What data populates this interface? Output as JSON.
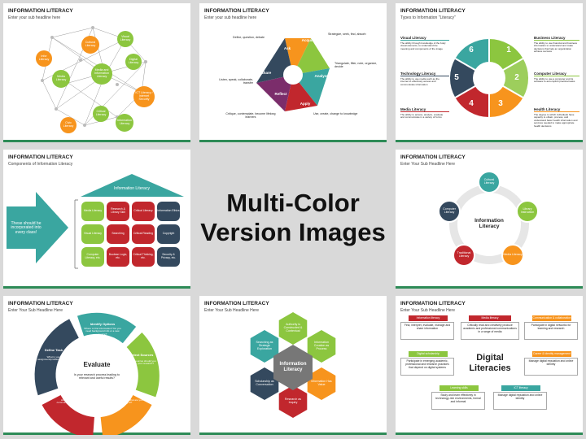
{
  "center_title": {
    "line1": "Multi-Color",
    "line2": "Version Images"
  },
  "s1": {
    "title": "INFORMATION LITERACY",
    "sub": "Enter your sub headline here",
    "nodes": [
      "Cultural Literacy",
      "Media Literacy",
      "Visual Literacy",
      "Media and Information Literacy",
      "Digital Literacy",
      "ICT Literacy / Internet Security",
      "Information Literacy",
      "Critical Literacy",
      "Civic Literacy",
      "Infor Literacy"
    ]
  },
  "s2": {
    "title": "INFORMATION LITERACY",
    "sub": "Enter your sub headline here",
    "segs": [
      "Ask",
      "Acquire",
      "Analyze",
      "Apply",
      "Reflect",
      "Share"
    ],
    "notes": [
      "Define, question, debate",
      "Strategize, seek, find, absorb",
      "Triangulate, filter, note, organize, decide",
      "Use, create, change to knowledge",
      "Critique, contemplate, become lifelong learners",
      "Listen, speak, collaborate, transfer"
    ]
  },
  "s3": {
    "title": "INFORMATION LITERACY",
    "sub": "Types to Information \"Literacy\"",
    "nums": [
      "1",
      "2",
      "3",
      "4",
      "5",
      "6"
    ],
    "left": [
      {
        "h": "Visual Literacy",
        "d": "The ability through knowledge of the body visual elements, to understand the meaning and components of the image"
      },
      {
        "h": "Technology Literacy",
        "d": "The ability to use media such as the internet to effectively access and communicate information"
      },
      {
        "h": "Media Literacy",
        "d": "The ability to access, analyze, evaluate and communicate in a variety of forms"
      }
    ],
    "right": [
      {
        "h": "Business Literacy",
        "d": "The ability to use financial and business information to understand and make decisions that help an organization achieve success"
      },
      {
        "h": "Computer Literacy",
        "d": "The ability to use a computer and its software to accomplish practical tasks"
      },
      {
        "h": "Health Literacy",
        "d": "The degree to which individuals have capacity to obtain, process, and understand basic health information and services needed to make appropriate health decisions"
      }
    ]
  },
  "s4": {
    "title": "INFORMATION LITERACY",
    "sub": "Components of Information Literacy",
    "roof": "Information Literacy",
    "arrow": "These should be incorporated into every class!",
    "cells": [
      "Media Literacy",
      "Research & Library Skill",
      "Critical Literacy",
      "Information Ethics",
      "Visual Literacy",
      "Searching",
      "Critical Reading",
      "Copyright",
      "Computer Literacy, etc.",
      "Boolean Logic, etc.",
      "Critical Thinking, etc.",
      "Security & Privacy, etc."
    ]
  },
  "s5": {
    "title": "INFORMATION LITERACY",
    "sub": "Enter Your Sub Headline Here",
    "center": "Information Literacy",
    "nodes": [
      "Cultural Literacy",
      "Library Instruction",
      "Media Literacy",
      "Traditional Literacy",
      "Computer Literacy"
    ]
  },
  "s6": {
    "title": "INFORMATION LITERACY",
    "sub": "Enter Your Sub Headline Here",
    "center_h": "Evaluate",
    "center_d": "Is your research process leading to relevant and useful results?",
    "parts": [
      {
        "h": "Identify Options",
        "d": "Where to find information? Do you need background info or a new source?"
      },
      {
        "h": "Select Sources",
        "d": "Which sources should you use for your research?"
      },
      {
        "h": "Analyze Content",
        "d": "Who are you and what are you looking at?"
      },
      {
        "h": "Present Findings",
        "d": "How will you use and communicate your research?"
      },
      {
        "h": "Define Task",
        "d": "What is your assignment/problem to solve?"
      }
    ]
  },
  "s7": {
    "title": "INFORMATION LITERACY",
    "sub": "Enter Your Sub Headline Here",
    "center": "Information Literacy",
    "hexes": [
      "Authority is Constructed & Contextual",
      "Information Creation as Process",
      "Information Has Value",
      "Research as Inquiry",
      "Scholarship as Conversation",
      "Searching as Strategic Exploration"
    ]
  },
  "s8": {
    "title": "INFORMATION LITERACY",
    "sub": "Enter Your Sub Headline Here",
    "center": "Digital Literacies",
    "boxes": [
      {
        "h": "Information literacy",
        "d": "Find, interpret, evaluate, manage and share information"
      },
      {
        "h": "Media literacy",
        "d": "Critically read and creatively produce academic and professional communications in a range of media"
      },
      {
        "h": "Communication & collaboration",
        "d": "Participate in digital networks for learning and research"
      },
      {
        "h": "Digital scholarship",
        "d": "Participate in emerging academic, professional and research practices that depend on digital systems"
      },
      {
        "h": "Career & identity management",
        "d": "Manage digital reputation and online identity"
      },
      {
        "h": "Learning skills",
        "d": "Study and learn effectively in technology-rich environments, formal and informal"
      },
      {
        "h": "ICT literacy",
        "d": "Manage digital reputation and online identity"
      }
    ]
  },
  "colors": {
    "green": "#8cc63f",
    "teal": "#3aa6a0",
    "orange": "#f7941d",
    "red": "#c1272d",
    "navy": "#34495e",
    "purple": "#7b2d6b"
  }
}
